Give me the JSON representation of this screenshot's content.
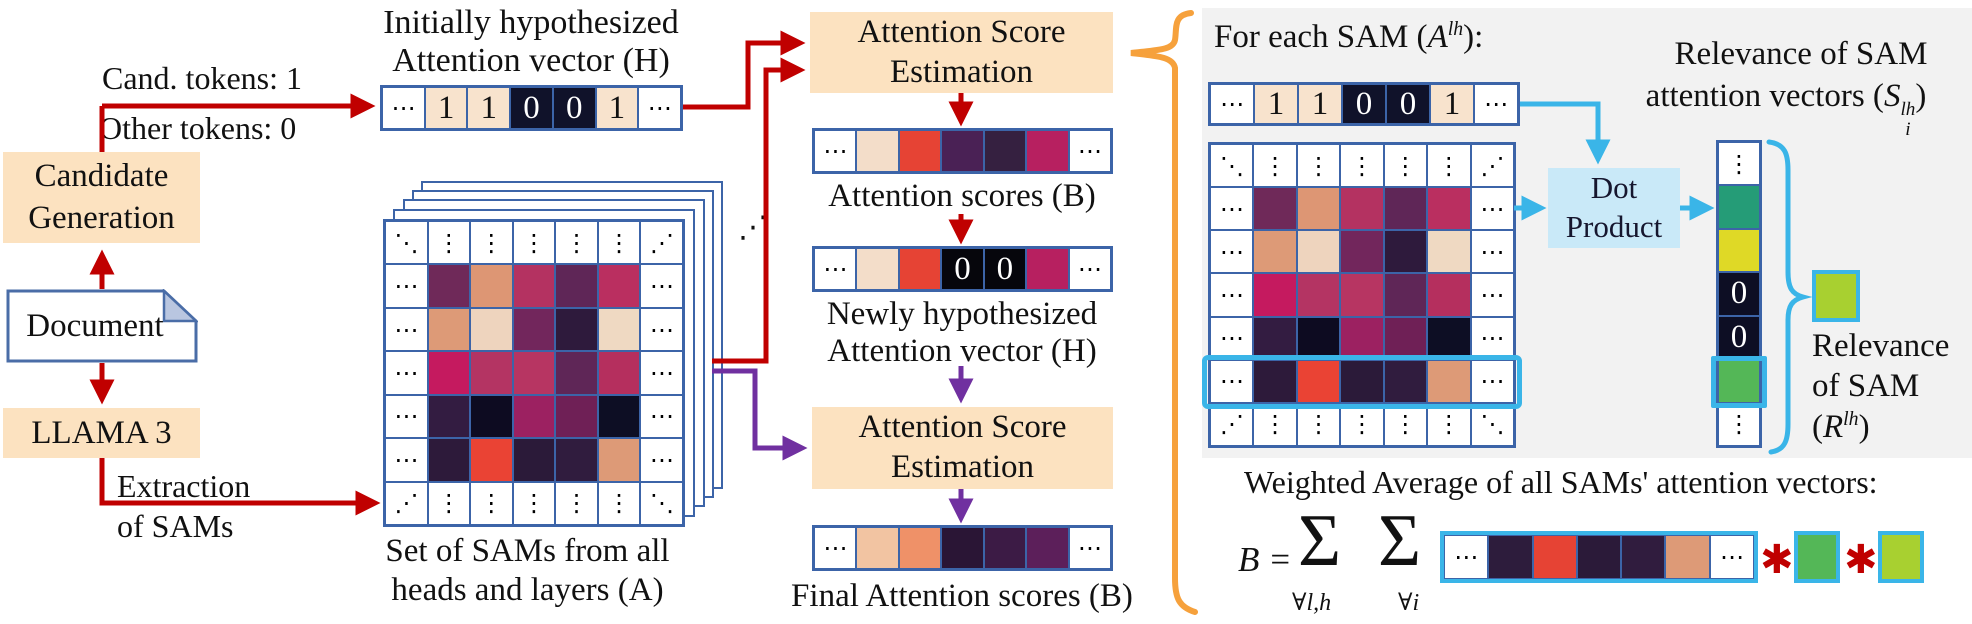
{
  "colors": {
    "arrow_red": "#c00000",
    "arrow_purple": "#7030a0",
    "arrow_blue": "#3ab5e8",
    "box_orange": "#fce2c0",
    "brace_orange": "#f6a13c",
    "panel_gray": "#f2f2f2",
    "cell_border": "#3c64a8",
    "dot_product_blue": "#c9e9f8",
    "highlight_cyan": "#3ab5e8",
    "one_cell_cream": "#f8e3cd",
    "zero_cell_navy": "#10122a"
  },
  "left": {
    "cand_tokens": "Cand. tokens: 1",
    "other_tokens": "Other tokens: 0",
    "candidate_generation_line1": "Candidate",
    "candidate_generation_line2": "Generation",
    "document": "Document",
    "llama": "LLAMA 3",
    "extraction_line1": "Extraction",
    "extraction_line2": "of SAMs"
  },
  "hypothesis": {
    "title_line1": "Initially hypothesized",
    "title_line2": "Attention vector (H)",
    "cells": [
      "hdots",
      {
        "v": "1",
        "bg": "#f8e3cd"
      },
      {
        "v": "1",
        "bg": "#f8e3cd"
      },
      {
        "v": "0",
        "bg": "#10122a",
        "fg": "#ffffff"
      },
      {
        "v": "0",
        "bg": "#10122a",
        "fg": "#ffffff"
      },
      {
        "v": "1",
        "bg": "#f8e3cd"
      },
      "hdots"
    ]
  },
  "sam_stack": {
    "caption_line1": "Set of SAMs from all",
    "caption_line2": "heads and layers (A)",
    "more_dots": "⋰",
    "matrix": [
      [
        "ddots",
        "vdots",
        "vdots",
        "vdots",
        "vdots",
        "vdots",
        "udots"
      ],
      [
        "hdots",
        {
          "bg": "#6f2959"
        },
        {
          "bg": "#dd9674"
        },
        {
          "bg": "#b43261"
        },
        {
          "bg": "#5f2657"
        },
        {
          "bg": "#ba2f60"
        },
        "hdots"
      ],
      [
        "hdots",
        {
          "bg": "#dd9a77"
        },
        {
          "bg": "#eed4be"
        },
        {
          "bg": "#72265c"
        },
        {
          "bg": "#2e1a3c"
        },
        {
          "bg": "#efd9c2"
        },
        "hdots"
      ],
      [
        "hdots",
        {
          "bg": "#c51a5f"
        },
        {
          "bg": "#b43463"
        },
        {
          "bg": "#b73562"
        },
        {
          "bg": "#5f2657"
        },
        {
          "bg": "#b52f5e"
        },
        "hdots"
      ],
      [
        "hdots",
        {
          "bg": "#331c41"
        },
        {
          "bg": "#0d0b21"
        },
        {
          "bg": "#9c2161"
        },
        {
          "bg": "#6f2056"
        },
        {
          "bg": "#0d0e24"
        },
        "hdots"
      ],
      [
        "hdots",
        {
          "bg": "#2d1a3a"
        },
        {
          "bg": "#ea4334"
        },
        {
          "bg": "#2b1a39"
        },
        {
          "bg": "#301c3e"
        },
        {
          "bg": "#dd9a77"
        },
        "hdots"
      ],
      [
        "udots",
        "vdots",
        "vdots",
        "vdots",
        "vdots",
        "vdots",
        "ddots"
      ]
    ]
  },
  "middle": {
    "ase_title_line1": "Attention Score",
    "ase_title_line2": "Estimation",
    "scores_label": "Attention scores (B)",
    "scores_cells": [
      "hdots",
      {
        "bg": "#f3ddc9"
      },
      {
        "bg": "#e64334"
      },
      {
        "bg": "#4a2155"
      },
      {
        "bg": "#352040"
      },
      {
        "bg": "#b72060"
      },
      "hdots"
    ],
    "new_hyp_line1": "Newly hypothesized",
    "new_hyp_line2": "Attention vector (H)",
    "new_hyp_cells": [
      "hdots",
      {
        "bg": "#f3ddc9"
      },
      {
        "bg": "#e64334"
      },
      {
        "v": "0",
        "bg": "#06060c",
        "fg": "#ffffff"
      },
      {
        "v": "0",
        "bg": "#06060c",
        "fg": "#ffffff"
      },
      {
        "bg": "#b72060"
      },
      "hdots"
    ],
    "final_label": "Final Attention scores (B)",
    "final_cells": [
      "hdots",
      {
        "bg": "#f2c4a2"
      },
      {
        "bg": "#ef9168"
      },
      {
        "bg": "#2a1535"
      },
      {
        "bg": "#3c1b45"
      },
      {
        "bg": "#5c1f5a"
      },
      "hdots"
    ]
  },
  "panel": {
    "for_each": {
      "pre": "For each SAM (",
      "base": "A",
      "sup": "lh",
      "post": "):"
    },
    "vector_cells": [
      "hdots",
      {
        "v": "1",
        "bg": "#f8e3cd"
      },
      {
        "v": "1",
        "bg": "#f8e3cd"
      },
      {
        "v": "0",
        "bg": "#10122a",
        "fg": "#ffffff"
      },
      {
        "v": "0",
        "bg": "#10122a",
        "fg": "#ffffff"
      },
      {
        "v": "1",
        "bg": "#f8e3cd"
      },
      "hdots"
    ],
    "matrix": [
      [
        "ddots",
        "vdots",
        "vdots",
        "vdots",
        "vdots",
        "vdots",
        "udots"
      ],
      [
        "hdots",
        {
          "bg": "#6f2959"
        },
        {
          "bg": "#dd9674"
        },
        {
          "bg": "#b43261"
        },
        {
          "bg": "#5f2657"
        },
        {
          "bg": "#ba2f60"
        },
        "hdots"
      ],
      [
        "hdots",
        {
          "bg": "#dd9a77"
        },
        {
          "bg": "#eed4be"
        },
        {
          "bg": "#72265c"
        },
        {
          "bg": "#2e1a3c"
        },
        {
          "bg": "#efd9c2"
        },
        "hdots"
      ],
      [
        "hdots",
        {
          "bg": "#c51a5f"
        },
        {
          "bg": "#b43463"
        },
        {
          "bg": "#b73562"
        },
        {
          "bg": "#5f2657"
        },
        {
          "bg": "#b52f5e"
        },
        "hdots"
      ],
      [
        "hdots",
        {
          "bg": "#331c41"
        },
        {
          "bg": "#0d0b21"
        },
        {
          "bg": "#9c2161"
        },
        {
          "bg": "#6f2056"
        },
        {
          "bg": "#0d0e24"
        },
        "hdots"
      ],
      [
        "hdots",
        {
          "bg": "#2d1a3a"
        },
        {
          "bg": "#ea4334"
        },
        {
          "bg": "#2b1a39"
        },
        {
          "bg": "#301c3e"
        },
        {
          "bg": "#dd9a77"
        },
        "hdots"
      ],
      [
        "udots",
        "vdots",
        "vdots",
        "vdots",
        "vdots",
        "vdots",
        "ddots"
      ]
    ],
    "highlight_row": 5,
    "dot_product_line1": "Dot",
    "dot_product_line2": "Product",
    "relevance_vectors_title": {
      "line1": "Relevance of SAM",
      "line2_pre": "attention vectors (",
      "base": "S",
      "sup": "lh",
      "sub": "i",
      "line2_post": ")"
    },
    "relevance_cells": [
      "vdots",
      {
        "bg": "#259c77"
      },
      {
        "bg": "#dfd926"
      },
      {
        "v": "0",
        "bg": "#0d0e24",
        "fg": "#ffffff"
      },
      {
        "v": "0",
        "bg": "#0d0e24",
        "fg": "#ffffff"
      },
      {
        "bg": "#54b757"
      },
      "vdots"
    ],
    "relevance_sam": {
      "line1": "Relevance",
      "line2": "of SAM",
      "line3_pre": "(",
      "base": "R",
      "sup": "lh",
      "line3_post": ")"
    }
  },
  "formula": {
    "title": "Weighted Average of all SAMs' attention vectors:",
    "lhs": "B",
    "eq": "=",
    "sigma": "Σ",
    "sum1_sub": "∀l,h",
    "sum2_sub": "∀i",
    "vector_cells": [
      "hdots",
      {
        "bg": "#2d1c3c"
      },
      {
        "bg": "#e64334"
      },
      {
        "bg": "#2b1a39"
      },
      {
        "bg": "#301c3e"
      },
      {
        "bg": "#dd9a77"
      },
      "hdots"
    ],
    "star": "✱"
  }
}
